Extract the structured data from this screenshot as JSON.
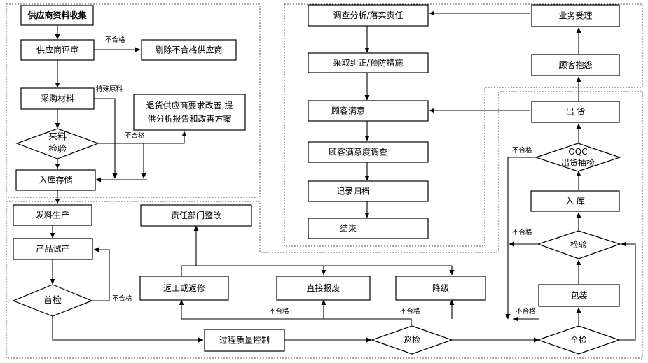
{
  "nodes": {
    "supplier_collect": "供应商资料收集",
    "supplier_review": "供应商评审",
    "reject_supplier": "剔除不合格供应商",
    "purchase": "采购材料",
    "return_supplier_1": "退货供应商要求改善,提",
    "return_supplier_2": "供分析报告和改善方案",
    "incoming_1": "来料",
    "incoming_2": "检验",
    "warehouse_in": "入库存储",
    "issue_production": "发料生产",
    "trial_production": "产品试产",
    "first_inspection": "首检",
    "dept_rectify": "责任部门整改",
    "rework": "返工或返修",
    "scrap": "直接报废",
    "downgrade": "降级",
    "process_control": "过程质量控制",
    "patrol_inspection": "巡检",
    "full_inspection": "全检",
    "packaging": "包装",
    "inspection": "检验",
    "stock_in": "入  库",
    "oqc_1": "OQC",
    "oqc_2": "出货抽检",
    "shipment": "出  货",
    "complaint": "顾客抱怨",
    "business_accept": "业务受理",
    "investigation": "调查分析/落实责任",
    "corrective": "采取纠正/预防措施",
    "satisfied": "顾客满意",
    "survey": "顾客满意度调查",
    "record": "记录归档",
    "end": "结束"
  },
  "labels": {
    "unqualified": "不合格",
    "special_material": "特殊原料"
  }
}
